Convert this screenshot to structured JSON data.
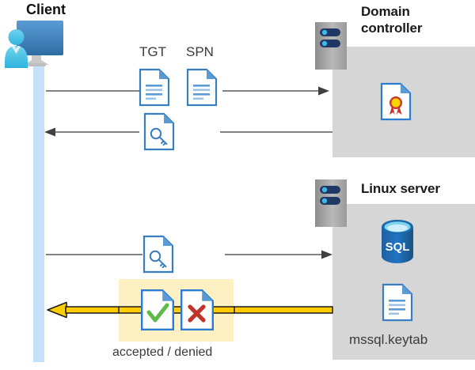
{
  "diagram": {
    "title_client": "Client",
    "title_domain_controller": "Domain\ncontroller",
    "domain_controller_line1": "Domain",
    "domain_controller_line2": "controller",
    "title_linux_server": "Linux server",
    "label_tgt": "TGT",
    "label_spn": "SPN",
    "label_keytab_file": "mssql.keytab",
    "label_result": "accepted / denied",
    "icons": {
      "client": "user-monitor-icon",
      "server_rack": "server-rack-icon",
      "certificate": "certificate-document-icon",
      "ticket_document": "text-document-icon",
      "key_document": "key-document-icon",
      "search_key_document": "magnifier-key-document-icon",
      "sql_database": "sql-database-icon",
      "keytab_document": "text-document-icon",
      "accepted": "document-check-icon",
      "denied": "document-cross-icon"
    },
    "colors": {
      "panel_gray": "#d6d6d6",
      "lifeline_blue": "#c5e0fb",
      "doc_blue": "#3a7ebf",
      "accent_blue": "#2b7cd3",
      "sql_blue": "#1f69b0",
      "highlight_yellow": "#fdf1c4",
      "arrow_yellow": "#ffcc00",
      "arrow_gray": "#595959",
      "check_green": "#5fba47",
      "cross_red": "#c0352b",
      "cert_red": "#c8352b",
      "cert_gold": "#ffd400",
      "server_gray": "#a6a6a6",
      "server_navy": "#1f3864"
    }
  }
}
